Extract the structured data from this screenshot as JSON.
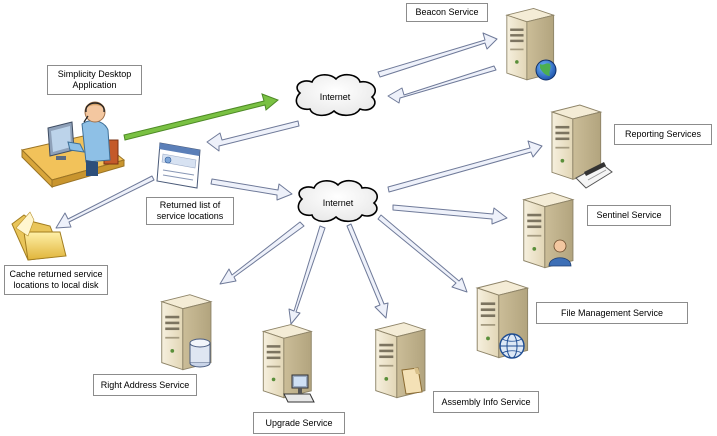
{
  "labels": {
    "beacon": "Beacon Service",
    "simplicity_line1": "Simplicity Desktop",
    "simplicity_line2": "Application",
    "reporting": "Reporting Services",
    "returned_line1": "Returned list of",
    "returned_line2": "service locations",
    "sentinel": "Sentinel Service",
    "cache_line1": "Cache returned service",
    "cache_line2": "locations to local disk",
    "file_mgmt": "File Management Service",
    "right_address": "Right Address Service",
    "upgrade": "Upgrade Service",
    "assembly": "Assembly Info Service"
  },
  "clouds": {
    "internet_top": "Internet",
    "internet_mid": "Internet"
  },
  "icons": {
    "user": "user-at-desk-icon",
    "document": "document-window-icon",
    "folder": "folder-icon",
    "server": "server-tower-icon"
  },
  "colors": {
    "arrow_fill": "#eef1fa",
    "arrow_stroke": "#6f7a99",
    "green_arrow": "#7ac143",
    "server_body": "#efe6cf",
    "server_side": "#cfc2a0"
  }
}
